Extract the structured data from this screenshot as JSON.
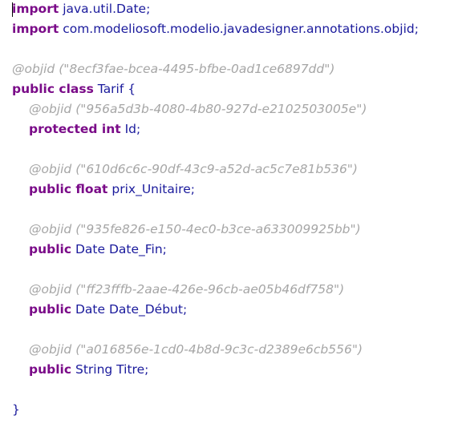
{
  "code": {
    "import1_kw": "import",
    "import1_rest": " java.util.Date;",
    "import2_kw": "import",
    "import2_rest": " com.modeliosoft.modelio.javadesigner.annotations.objid;",
    "class_annotation": "@objid (\"8ecf3fae-bcea-4495-bfbe-0ad1ce6897dd\")",
    "class_kw": "public class",
    "class_rest": " Tarif {",
    "fields": [
      {
        "annotation": "@objid (\"956a5d3b-4080-4b80-927d-e2102503005e\")",
        "modifiers": "protected int",
        "declaration": " Id;"
      },
      {
        "annotation": "@objid (\"610d6c6c-90df-43c9-a52d-ac5c7e81b536\")",
        "modifiers": "public float",
        "declaration": " prix_Unitaire;"
      },
      {
        "annotation": "@objid (\"935fe826-e150-4ec0-b3ce-a633009925bb\")",
        "modifiers": "public",
        "declaration": " Date Date_Fin;"
      },
      {
        "annotation": "@objid (\"ff23fffb-2aae-426e-96cb-ae05b46df758\")",
        "modifiers": "public",
        "declaration": " Date Date_Début;"
      },
      {
        "annotation": "@objid (\"a016856e-1cd0-4b8d-9c3c-d2389e6cb556\")",
        "modifiers": "public",
        "declaration": " String Titre;"
      }
    ],
    "closing_brace": "}"
  },
  "colors": {
    "keyword": "#7a0b88",
    "text": "#1a1a9c",
    "annotation": "#a6a6a6",
    "background": "#ffffff"
  }
}
